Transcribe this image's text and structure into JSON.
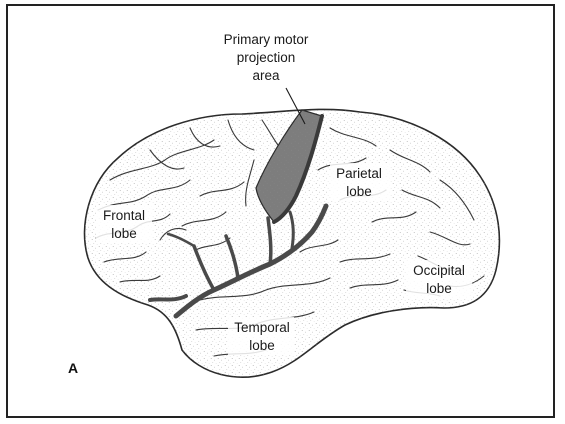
{
  "figure": {
    "panel_letter": "A",
    "labels": {
      "motor_line1": "Primary motor",
      "motor_line2": "projection",
      "motor_line3": "area",
      "frontal_line1": "Frontal",
      "frontal_line2": "lobe",
      "parietal_line1": "Parietal",
      "parietal_line2": "lobe",
      "occipital_line1": "Occipital",
      "occipital_line2": "lobe",
      "temporal_line1": "Temporal",
      "temporal_line2": "lobe"
    },
    "colors": {
      "outline": "#2b2b2b",
      "stipple": "#8a8a8a",
      "motor_area_fill": "#7d7d7d",
      "sulcus": "#4a4a4a"
    }
  }
}
